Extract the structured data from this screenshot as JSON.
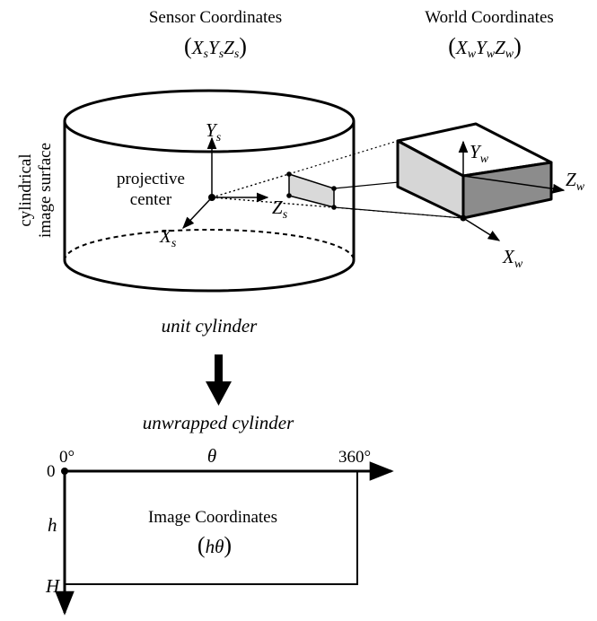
{
  "sensor": {
    "title": "Sensor Coordinates",
    "coords_main": [
      "X",
      "Y",
      "Z"
    ],
    "coords_sub": "s",
    "axis_y": "Y",
    "axis_z": "Z",
    "axis_x": "X",
    "axis_sub": "s",
    "center_label_line1": "projective",
    "center_label_line2": "center",
    "surface_label_line1": "cylindrical",
    "surface_label_line2": "image surface"
  },
  "world": {
    "title": "World Coordinates",
    "coords_main": [
      "X",
      "Y",
      "Z"
    ],
    "coords_sub": "w",
    "axis_y": "Y",
    "axis_z": "Z",
    "axis_x": "X",
    "axis_sub": "w"
  },
  "labels": {
    "unit_cylinder": "unit cylinder",
    "unwrapped_cylinder": "unwrapped cylinder"
  },
  "image": {
    "title": "Image Coordinates",
    "coords": "hθ",
    "deg_start": "0°",
    "deg_end": "360°",
    "theta": "θ",
    "origin": "0",
    "h": "h",
    "H": "H"
  },
  "colors": {
    "box_front": "#d6d6d6",
    "box_side": "#8c8c8c",
    "box_top": "#ffffff",
    "patch": "#d9d9d9",
    "ink": "#000000"
  }
}
